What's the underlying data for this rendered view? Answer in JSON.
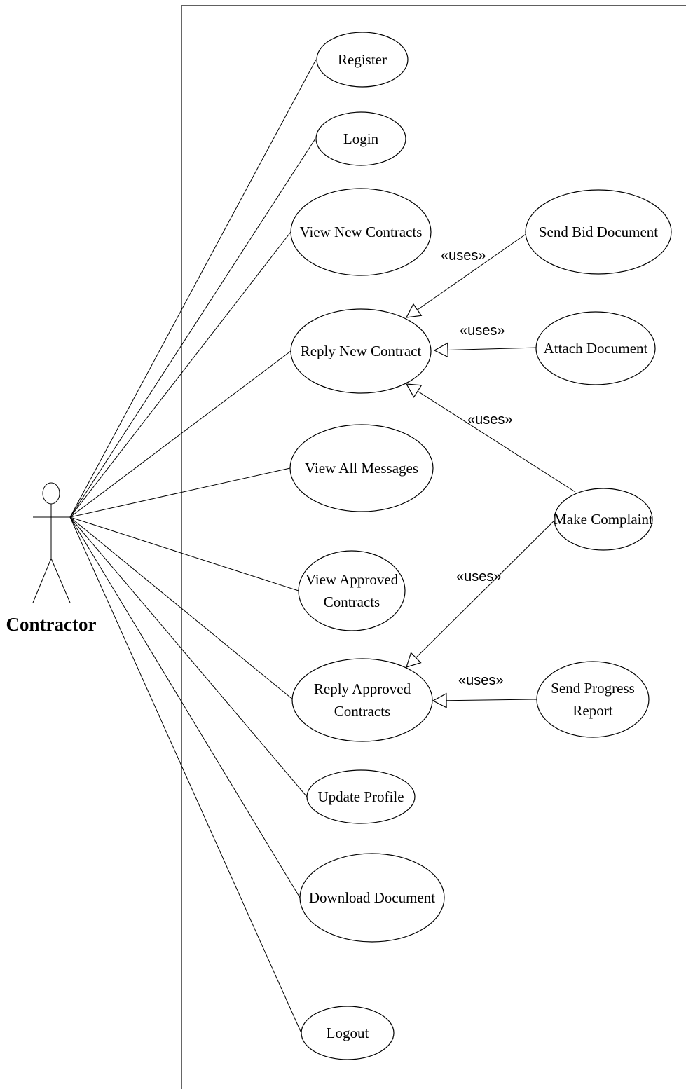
{
  "actor": {
    "name": "Contractor"
  },
  "use_cases": [
    {
      "id": "register",
      "lines": [
        "Register"
      ]
    },
    {
      "id": "login",
      "lines": [
        "Login"
      ]
    },
    {
      "id": "view-new-contracts",
      "lines": [
        "View New Contracts"
      ]
    },
    {
      "id": "reply-new-contract",
      "lines": [
        "Reply New Contract"
      ]
    },
    {
      "id": "view-all-messages",
      "lines": [
        "View All Messages"
      ]
    },
    {
      "id": "view-approved-contracts",
      "lines": [
        "View Approved",
        "Contracts"
      ]
    },
    {
      "id": "reply-approved-contracts",
      "lines": [
        "Reply Approved",
        "Contracts"
      ]
    },
    {
      "id": "update-profile",
      "lines": [
        "Update Profile"
      ]
    },
    {
      "id": "download-document",
      "lines": [
        "Download Document"
      ]
    },
    {
      "id": "logout",
      "lines": [
        "Logout"
      ]
    },
    {
      "id": "send-bid-document",
      "lines": [
        "Send Bid Document"
      ]
    },
    {
      "id": "attach-document",
      "lines": [
        "Attach Document"
      ]
    },
    {
      "id": "make-complaint",
      "lines": [
        "Make Complaint"
      ]
    },
    {
      "id": "send-progress-report",
      "lines": [
        "Send Progress",
        "Report"
      ]
    }
  ],
  "actor_associations": [
    "register",
    "login",
    "view-new-contracts",
    "reply-new-contract",
    "view-all-messages",
    "view-approved-contracts",
    "reply-approved-contracts",
    "update-profile",
    "download-document",
    "logout"
  ],
  "relationships": [
    {
      "from": "send-bid-document",
      "to": "reply-new-contract",
      "label": "«uses»"
    },
    {
      "from": "attach-document",
      "to": "reply-new-contract",
      "label": "«uses»"
    },
    {
      "from": "make-complaint",
      "to": "reply-new-contract",
      "label": "«uses»"
    },
    {
      "from": "make-complaint",
      "to": "reply-approved-contracts",
      "label": "«uses»"
    },
    {
      "from": "send-progress-report",
      "to": "reply-approved-contracts",
      "label": "«uses»"
    }
  ]
}
